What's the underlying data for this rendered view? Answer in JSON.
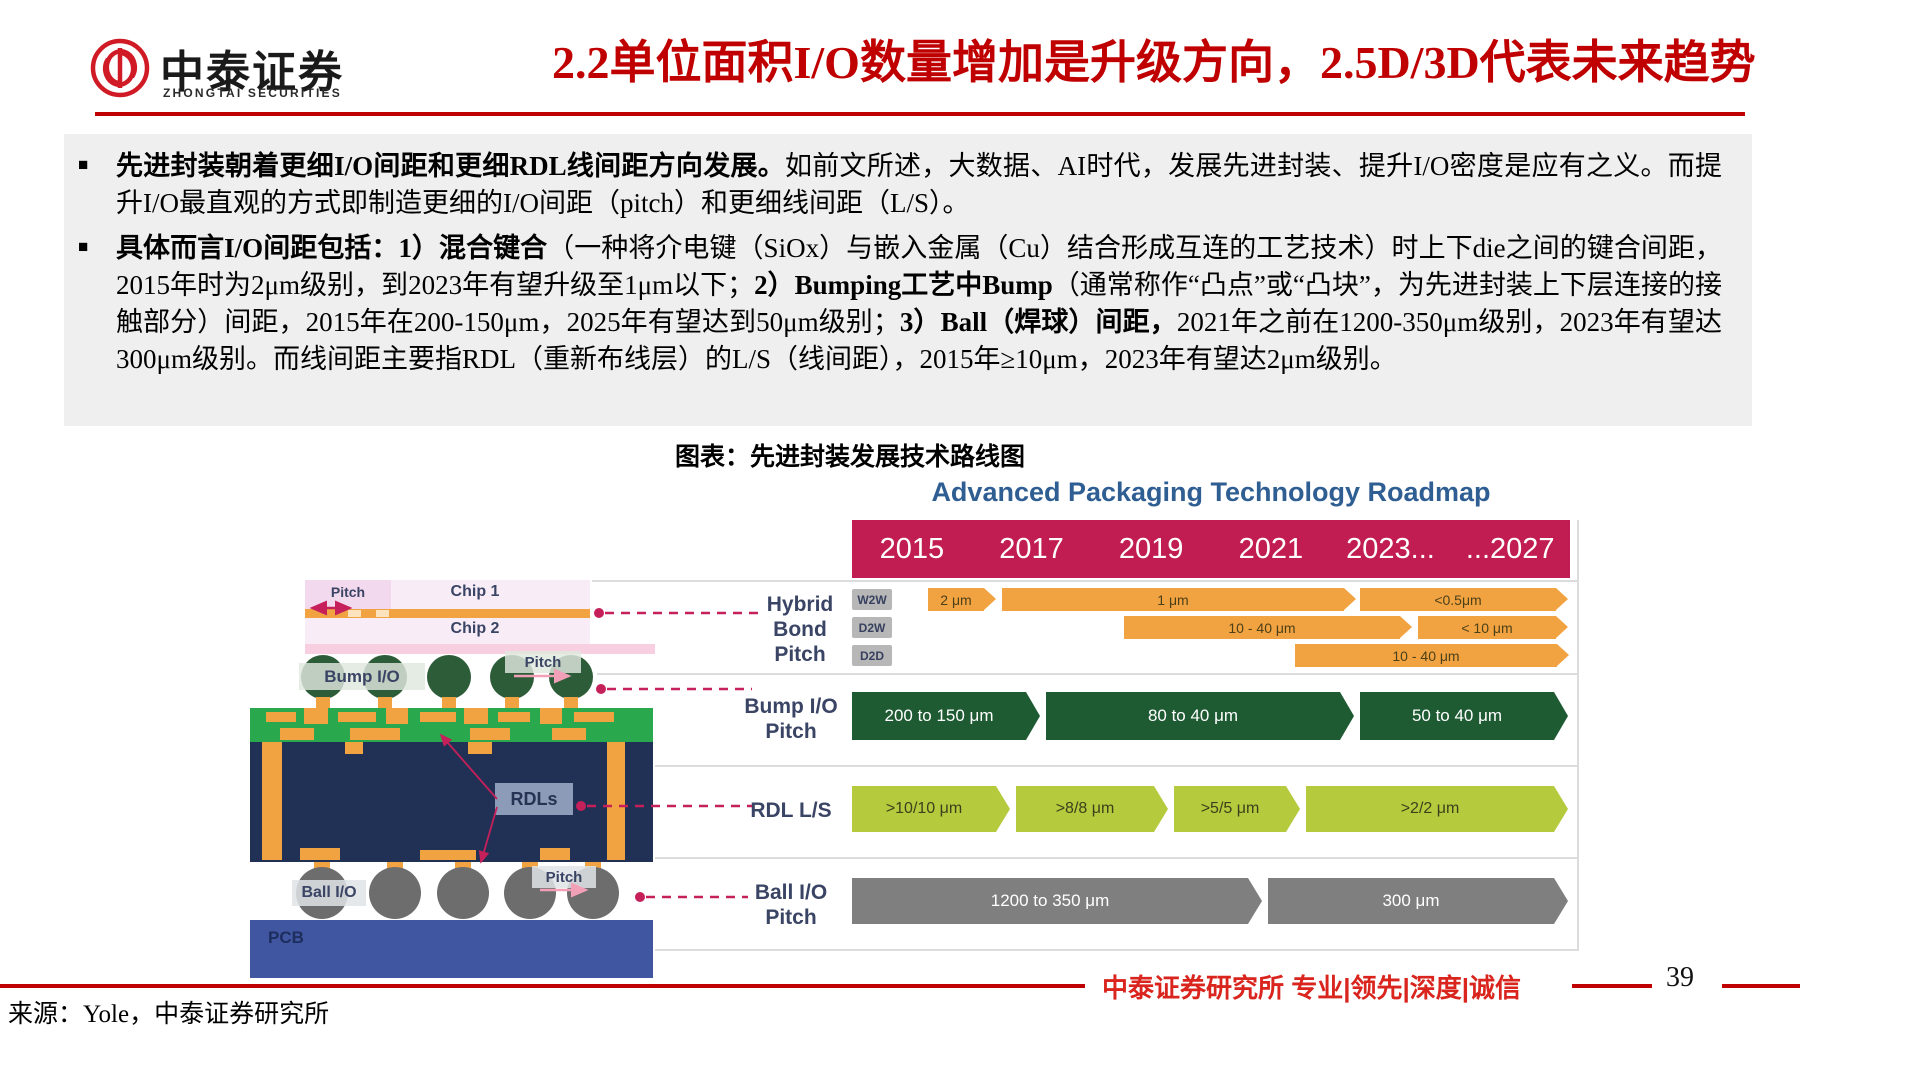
{
  "header": {
    "brand_cn": "中泰证券",
    "brand_en": "ZHONGTAI SECURITIES",
    "title": "2.2单位面积I/O数量增加是升级方向，2.5D/3D代表未来趋势"
  },
  "bullets": [
    {
      "segments": [
        {
          "text": "先进封装朝着更细I/O间距和更细RDL线间距方向发展。",
          "bold": true
        },
        {
          "text": "如前文所述，大数据、AI时代，发展先进封装、提升I/O密度是应有之义。而提升I/O最直观的方式即制造更细的I/O间距（pitch）和更细线间距（L/S）。",
          "bold": false
        }
      ]
    },
    {
      "segments": [
        {
          "text": "具体而言I/O间距包括：1）混合键合",
          "bold": true
        },
        {
          "text": "（一种将介电键（SiOx）与嵌入金属（Cu）结合形成互连的工艺技术）时上下die之间的键合间距，2015年时为2μm级别，到2023年有望升级至1μm以下；",
          "bold": false
        },
        {
          "text": "2）Bumping工艺中Bump",
          "bold": true
        },
        {
          "text": "（通常称作“凸点”或“凸块”，为先进封装上下层连接的接触部分）间距，2015年在200-150μm，2025年有望达到50μm级别；",
          "bold": false
        },
        {
          "text": "3）Ball（焊球）间距，",
          "bold": true
        },
        {
          "text": "2021年之前在1200-350μm级别，2023年有望达300μm级别。而线间距主要指RDL（重新布线层）的L/S（线间距），2015年≥10μm，2023年有望达2μm级别。",
          "bold": false
        }
      ]
    }
  ],
  "figure": {
    "caption": "图表：先进封装发展技术路线图",
    "source": "来源：Yole，中泰证券研究所"
  },
  "roadmap": {
    "title_en": "Advanced Packaging Technology Roadmap",
    "years": [
      "2015",
      "2017",
      "2019",
      "2021",
      "2023...",
      "...2027"
    ],
    "hybrid": {
      "label_lines": [
        "Hybrid",
        "Bond",
        "Pitch"
      ],
      "rows": [
        {
          "badge": "W2W",
          "arrows": [
            "2 μm",
            "1 μm",
            "<0.5μm"
          ]
        },
        {
          "badge": "D2W",
          "arrows": [
            "10 - 40 μm",
            "< 10 μm"
          ]
        },
        {
          "badge": "D2D",
          "arrows": [
            "10 - 40 μm"
          ]
        }
      ]
    },
    "bump": {
      "label_lines": [
        "Bump I/O",
        "Pitch"
      ],
      "arrows": [
        "200 to 150 μm",
        "80 to 40 μm",
        "50 to 40 μm"
      ]
    },
    "rdl": {
      "label": "RDL L/S",
      "arrows": [
        ">10/10 μm",
        ">8/8 μm",
        ">5/5 μm",
        ">2/2 μm"
      ]
    },
    "ball": {
      "label_lines": [
        "Ball I/O",
        "Pitch"
      ],
      "arrows": [
        "1200 to 350 μm",
        "300 μm"
      ]
    }
  },
  "diagram": {
    "pitch_top": "Pitch",
    "chip1": "Chip 1",
    "chip2": "Chip 2",
    "bump_io": "Bump I/O",
    "pitch_bump": "Pitch",
    "rdls": "RDLs",
    "ball_io": "Ball I/O",
    "pitch_ball": "Pitch",
    "pcb": "PCB"
  },
  "footer": {
    "slogan": "中泰证券研究所 专业|领先|深度|诚信",
    "page": "39"
  },
  "colors": {
    "brand_red": "#c00000",
    "band_crimson": "#c21d52",
    "arrow_orange": "#f2a341",
    "arrow_dark_green": "#1e5b33",
    "arrow_light_green": "#b6ca3e",
    "arrow_gray": "#7f7f7f",
    "chart_title_blue": "#2f5e93",
    "label_navy": "#3a4464"
  }
}
